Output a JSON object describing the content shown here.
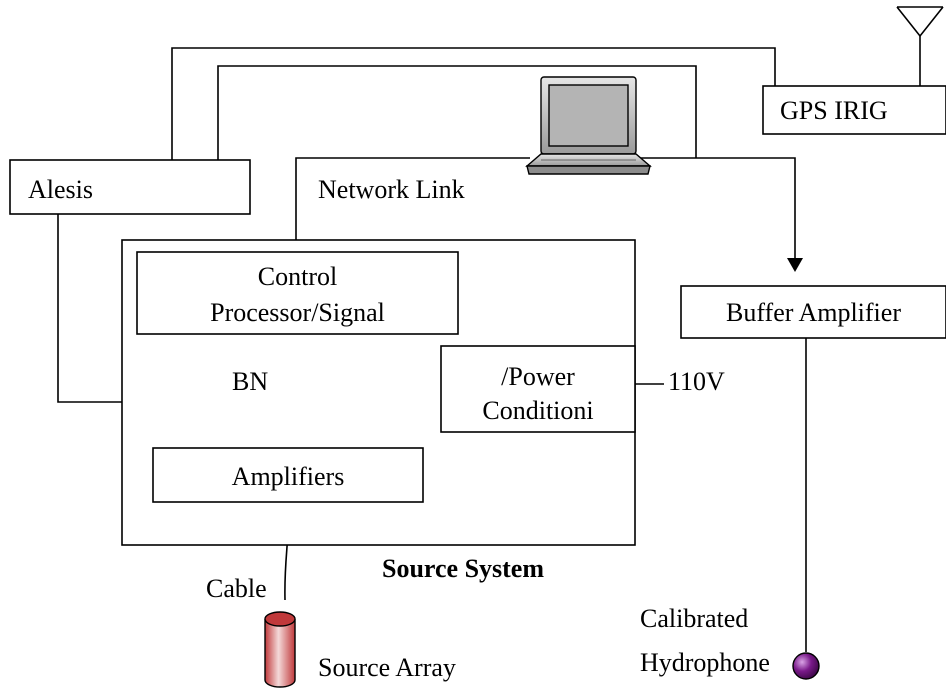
{
  "labels": {
    "alesis": "Alesis",
    "gps_irig": "GPS IRIG",
    "network_link": "Network Link",
    "control_line1": "Control",
    "control_line2": "Processor/Signal",
    "bn": "BN",
    "power_line1": "/Power",
    "power_line2": "Conditioni",
    "voltage": "110V",
    "amplifiers": "Amplifiers",
    "buffer_amplifier": "Buffer Amplifier",
    "source_system": "Source System",
    "cable": "Cable",
    "source_array": "Source Array",
    "calibrated": "Calibrated",
    "hydrophone": "Hydrophone"
  },
  "colors": {
    "line": "#000000",
    "source_array_fill": "#c0393b",
    "hydrophone_fill": "#7a1a8a",
    "laptop_fill": "#cfcfcf"
  },
  "icons": {
    "antenna": "antenna-icon",
    "laptop": "laptop-icon",
    "source_array": "cylinder-icon",
    "hydrophone": "sphere-icon"
  }
}
